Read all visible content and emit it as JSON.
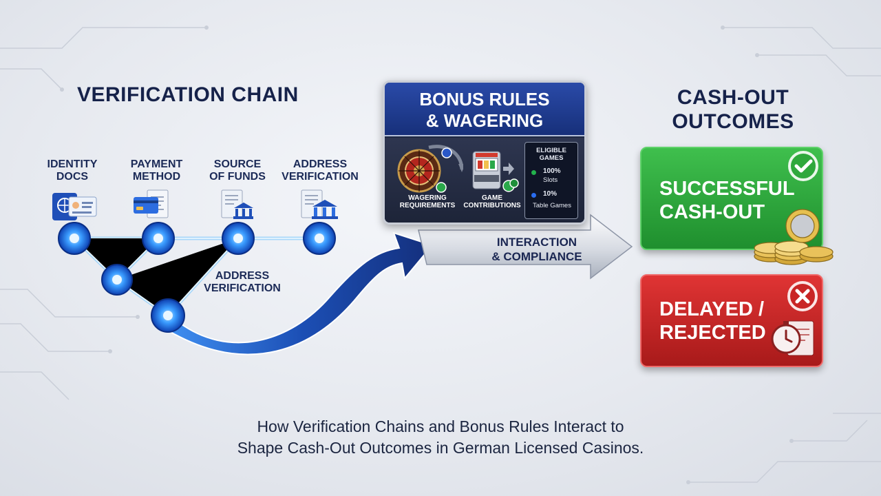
{
  "verification": {
    "title": "VERIFICATION CHAIN",
    "steps": [
      {
        "label": "IDENTITY\nDOCS",
        "icon": "id-card-icon"
      },
      {
        "label": "PAYMENT\nMETHOD",
        "icon": "credit-card-icon"
      },
      {
        "label": "SOURCE\nOF FUNDS",
        "icon": "bank-document-icon"
      },
      {
        "label": "ADDRESS\nVERIFICATION",
        "icon": "address-document-icon"
      }
    ],
    "lower_label": "ADDRESS\nVERIFICATION"
  },
  "bonus": {
    "title": "BONUS RULES\n& WAGERING",
    "wagering_label": "WAGERING\nREQUIREMENTS",
    "contributions_label": "GAME\nCONTRIBUTIONS",
    "eligible": {
      "title": "ELIGIBLE\nGAMES",
      "rows": [
        {
          "value": "100%",
          "name": "Slots",
          "color": "#22b24c"
        },
        {
          "value": "10%",
          "name": "Table Games",
          "color": "#2a6df0"
        }
      ]
    }
  },
  "interaction": {
    "label": "INTERACTION\n& COMPLIANCE"
  },
  "outcomes": {
    "title": "CASH-OUT\nOUTCOMES",
    "success": {
      "label": "SUCCESSFUL\nCASH-OUT",
      "color": "#2fa83c",
      "icon": "checkmark-icon"
    },
    "rejected": {
      "label": "DELAYED /\nREJECTED",
      "color": "#c92525",
      "icon": "close-icon"
    }
  },
  "caption": "How Verification Chains and Bonus Rules Interact to\nShape Cash-Out Outcomes in German Licensed Casinos."
}
